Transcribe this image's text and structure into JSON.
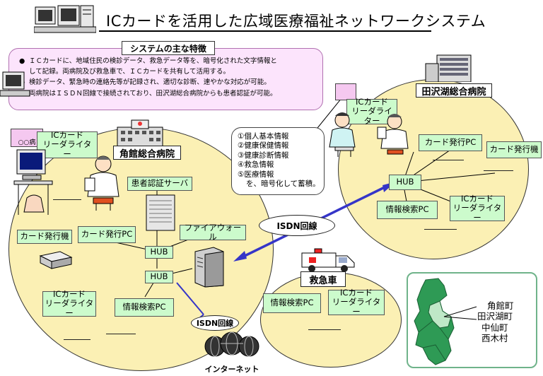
{
  "title": "ICカードを活用した広域医療福祉ネットワークシステム",
  "features": {
    "heading": "システムの主な特徴",
    "items": [
      "ＩＣカードに、地域住民の検診データ、救急データ等を、暗号化された文字情報と",
      "して記録。両病院及び救急車で、ＩＣカードを共有して活用する。",
      "検診データ、緊急時の連絡先等が記録され、適切な診断、速やかな対応が可能。",
      "両病院はＩＳＤＮ回線で接続されており、田沢湖総合病院からも患者認証が可能。"
    ]
  },
  "info_bubble": [
    "①個人基本情報",
    "②健康保健情報",
    "③健康診断情報",
    "④救急情報",
    "⑤医療情報",
    "を、暗号化して蓄積。"
  ],
  "kakunodate": {
    "name": "角館総合病院",
    "sign": "○○病",
    "ic_reader": "ICカード\nリーダライター",
    "auth_server": "患者認証サーバ",
    "card_issuer": "カード発行機",
    "card_pc": "カード発行PC",
    "firewall": "ファイアウォール",
    "hub1": "HUB",
    "hub2": "HUB",
    "ic_reader2": "ICカード\nリーダライター",
    "info_pc": "情報検索PC"
  },
  "tazawako": {
    "name": "田沢湖総合病院",
    "ic_reader": "ICカード\nリーダライター",
    "card_pc": "カード発行PC",
    "card_issuer": "カード発行機",
    "hub": "HUB",
    "info_pc": "情報検索PC",
    "ic_reader2": "ICカード\nリーダライター"
  },
  "ambulance": {
    "name": "救急車",
    "info_pc": "情報検索PC",
    "ic_reader": "ICカード\nリーダライター"
  },
  "isdn_main": "ISDN回線",
  "isdn_small": "ISDN回線",
  "internet": "インターネット",
  "map_towns": [
    "角館町",
    "田沢湖町",
    "中仙町",
    "西木村"
  ],
  "colors": {
    "circle_fill": "#fbf0b4",
    "box_fill": "#ccfbcc",
    "features_fill": "#fce4fc",
    "link_blue": "#3535c8",
    "map_green": "#2e9a55"
  }
}
